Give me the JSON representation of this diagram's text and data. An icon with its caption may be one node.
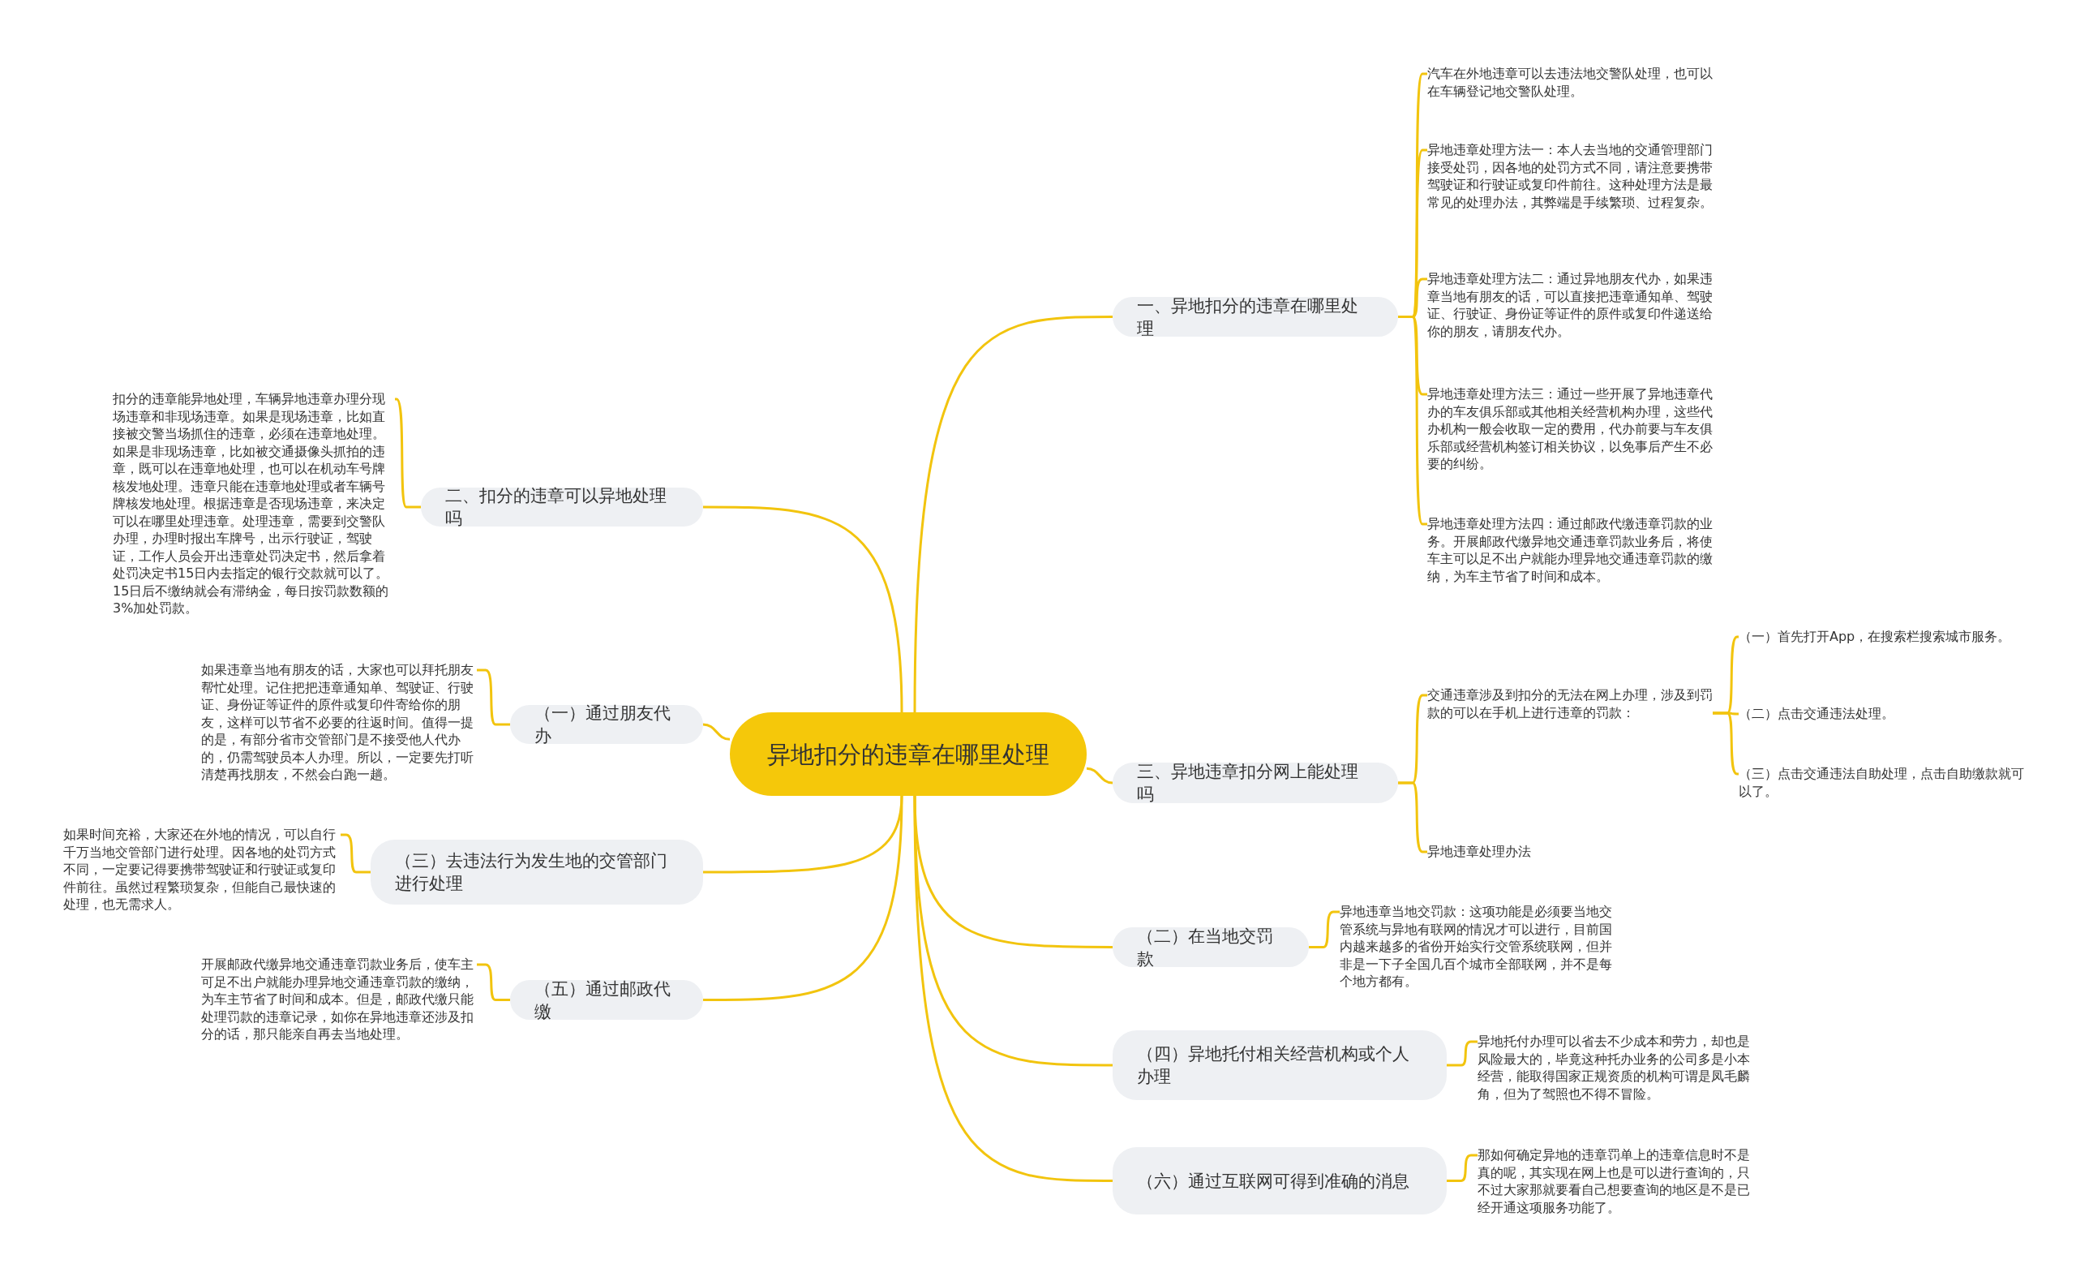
{
  "diagram": {
    "nodes": [
      {
        "text": [
          "异地扣分的违章在哪里处理"
        ]
      },
      {
        "text": [
          "一、异地扣分的违章在哪里处理"
        ]
      },
      {
        "text": [
          "汽车在外地违章可以去违法地交警队处理，也可以在车辆登记地交警队处理。"
        ]
      },
      {
        "text": [
          "异地违章处理方法一：本人去当地的交通管理部门接受处罚，因各地的处罚方式不同，请注意要携带驾驶证和行驶证或复印件前往。这种处理方法是最常见的处理办法，其弊端是手续繁琐、过程复杂。"
        ]
      },
      {
        "text": [
          "异地违章处理方法二：通过异地朋友代办，如果违章当地有朋友的话，可以直接把违章通知单、驾驶证、行驶证、身份证等证件的原件或复印件递送给你的朋友，请朋友代办。"
        ]
      },
      {
        "text": [
          "异地违章处理方法三：通过一些开展了异地违章代办的车友俱乐部或其他相关经营机构办理，这些代办机构一般会收取一定的费用，代办前要与车友俱乐部或经营机构签订相关协议，以免事后产生不必要的纠纷。"
        ]
      },
      {
        "text": [
          "异地违章处理方法四：通过邮政代缴违章罚款的业务。开展邮政代缴异地交通违章罚款业务后，将使车主可以足不出户就能办理异地交通违章罚款的缴纳，为车主节省了时间和成本。"
        ]
      },
      {
        "text": [
          "二、扣分的违章可以异地处理吗"
        ]
      },
      {
        "text": [
          "扣分的违章能异地处理，车辆异地违章办理分现场违章和非现场违章。如果是现场违章，比如直接被交警当场抓住的违章，必须在违章地处理。如果是非现场违章，比如被交通摄像头抓拍的违章，既可以在违章地处理，也可以在机动车号牌核发地处理。违章只能在违章地处理或者车辆号牌核发地处理。根据违章是否现场违章，来决定可以在哪里处理违章。处理违章，需要到交警队办理，办理时报出车牌号，出示行驶证，驾驶证，工作人员会开出违章处罚决定书，然后拿着处罚决定书15日内去指定的银行交款就可以了。15日后不缴纳就会有滞纳金，每日按罚款数额的3%加处罚款。"
        ]
      },
      {
        "text": [
          "（一）通过朋友代办"
        ]
      },
      {
        "text": [
          "如果违章当地有朋友的话，大家也可以拜托朋友帮忙处理。记住把把违章通知单、驾驶证、行驶证、身份证等证件的原件或复印件寄给你的朋友，这样可以节省不必要的往返时间。值得一提的是，有部分省市交管部门是不接受他人代办的，仍需驾驶员本人办理。所以，一定要先打听清楚再找朋友，不然会白跑一趟。"
        ]
      },
      {
        "text": [
          "（三）去违法行为发生地的交管部门进行处理"
        ]
      },
      {
        "text": [
          "如果时间充裕，大家还在外地的情况，可以自行千万当地交管部门进行处理。因各地的处罚方式不同，一定要记得要携带驾驶证和行驶证或复印件前往。虽然过程繁琐复杂，但能自己最快速的处理，也无需求人。"
        ]
      },
      {
        "text": [
          "（五）通过邮政代缴"
        ]
      },
      {
        "text": [
          "开展邮政代缴异地交通违章罚款业务后，使车主可足不出户就能办理异地交通违章罚款的缴纳，为车主节省了时间和成本。但是，邮政代缴只能处理罚款的违章记录，如你在异地违章还涉及扣分的话，那只能亲自再去当地处理。"
        ]
      },
      {
        "text": [
          "三、异地违章扣分网上能处理吗"
        ]
      },
      {
        "text": [
          "交通违章涉及到扣分的无法在网上办理，涉及到罚款的可以在手机上进行违章的罚款："
        ]
      },
      {
        "text": [
          "（一）首先打开App，在搜索栏搜索城市服务。"
        ]
      },
      {
        "text": [
          "（二）点击交通违法处理。"
        ]
      },
      {
        "text": [
          "（三）点击交通违法自助处理，点击自助缴款就可以了。"
        ]
      },
      {
        "text": [
          "异地违章处理办法"
        ]
      },
      {
        "text": [
          "（二）在当地交罚款"
        ]
      },
      {
        "text": [
          "异地违章当地交罚款：这项功能是必须要当地交管系统与异地有联网的情况才可以进行，目前国内越来越多的省份开始实行交管系统联网，但并非是一下子全国几百个城市全部联网，并不是每个地方都有。"
        ]
      },
      {
        "text": [
          "（四）异地托付相关经营机构或个人办理"
        ]
      },
      {
        "text": [
          "异地托付办理可以省去不少成本和劳力，却也是风险最大的，毕竟这种托办业务的公司多是小本经营，能取得国家正规资质的机构可谓是凤毛麟角，但为了驾照也不得不冒险。"
        ]
      },
      {
        "text": [
          "（六）通过互联网可得到准确的消息"
        ]
      },
      {
        "text": [
          "那如何确定异地的违章罚单上的违章信息时不是真的呢，其实现在网上也是可以进行查询的，只不过大家那就要看自己想要查询的地区是不是已经开通这项服务功能了。"
        ]
      }
    ],
    "edges": [
      {
        "from": 0,
        "to": 1,
        "arrow": "none"
      },
      {
        "from": 0,
        "to": 7,
        "arrow": "none"
      },
      {
        "from": 0,
        "to": 9,
        "arrow": "none"
      },
      {
        "from": 0,
        "to": 11,
        "arrow": "none"
      },
      {
        "from": 0,
        "to": 13,
        "arrow": "none"
      },
      {
        "from": 0,
        "to": 15,
        "arrow": "none"
      },
      {
        "from": 0,
        "to": 21,
        "arrow": "none"
      },
      {
        "from": 0,
        "to": 23,
        "arrow": "none"
      },
      {
        "from": 0,
        "to": 25,
        "arrow": "none"
      },
      {
        "from": 1,
        "to": 2,
        "arrow": "none"
      },
      {
        "from": 1,
        "to": 3,
        "arrow": "none"
      },
      {
        "from": 1,
        "to": 4,
        "arrow": "none"
      },
      {
        "from": 1,
        "to": 5,
        "arrow": "none"
      },
      {
        "from": 1,
        "to": 6,
        "arrow": "none"
      },
      {
        "from": 7,
        "to": 8,
        "arrow": "none"
      },
      {
        "from": 9,
        "to": 10,
        "arrow": "none"
      },
      {
        "from": 11,
        "to": 12,
        "arrow": "none"
      },
      {
        "from": 13,
        "to": 14,
        "arrow": "none"
      },
      {
        "from": 15,
        "to": 16,
        "arrow": "none"
      },
      {
        "from": 15,
        "to": 20,
        "arrow": "none"
      },
      {
        "from": 16,
        "to": 17,
        "arrow": "none"
      },
      {
        "from": 16,
        "to": 18,
        "arrow": "none"
      },
      {
        "from": 16,
        "to": 19,
        "arrow": "none"
      },
      {
        "from": 21,
        "to": 22,
        "arrow": "none"
      },
      {
        "from": 23,
        "to": 24,
        "arrow": "none"
      },
      {
        "from": 25,
        "to": 26,
        "arrow": "none"
      }
    ]
  }
}
